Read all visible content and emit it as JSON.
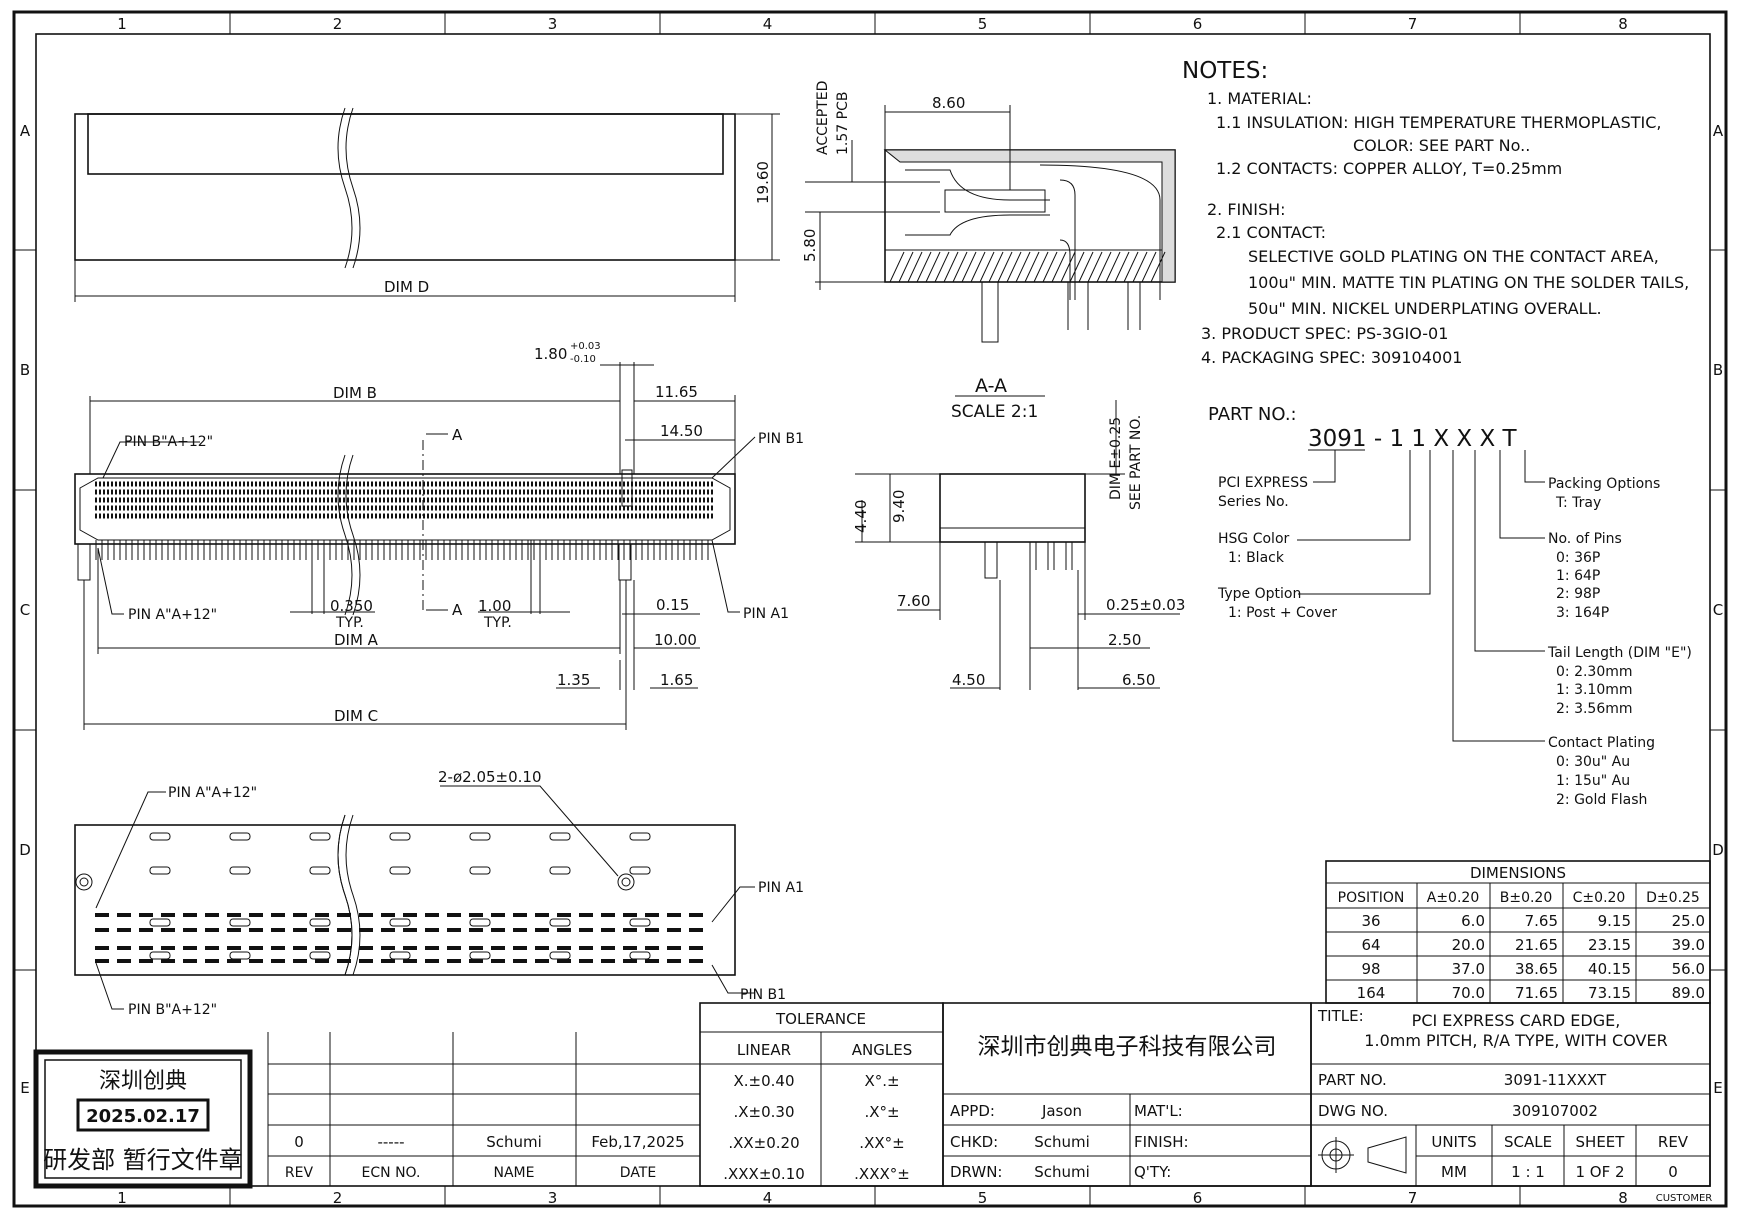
{
  "frame": {
    "cols": [
      "1",
      "2",
      "3",
      "4",
      "5",
      "6",
      "7",
      "8"
    ],
    "rows": [
      "A",
      "B",
      "C",
      "D",
      "E"
    ]
  },
  "notes": {
    "heading": "NOTES:",
    "lines": [
      "1. MATERIAL:",
      "1.1  INSULATION: HIGH TEMPERATURE THERMOPLASTIC,",
      "COLOR: SEE PART No..",
      "1.2  CONTACTS: COPPER ALLOY, T=0.25mm",
      "2. FINISH:",
      "2.1  CONTACT:",
      "SELECTIVE GOLD PLATING ON THE CONTACT AREA,",
      "100u\" MIN. MATTE TIN PLATING ON THE SOLDER TAILS,",
      "50u\" MIN. NICKEL UNDERPLATING OVERALL.",
      "3. PRODUCT SPEC: PS-3GIO-01",
      "4. PACKAGING SPEC: 309104001"
    ]
  },
  "part_no": {
    "label": "PART NO.:",
    "code": "3091 - 1 1 X X X T",
    "series": [
      "PCI EXPRESS",
      "Series No."
    ],
    "hsg": [
      "HSG Color",
      "1: Black"
    ],
    "type": [
      "Type Option",
      "1: Post + Cover"
    ],
    "packing": [
      "Packing Options",
      "T: Tray"
    ],
    "pins": [
      "No. of Pins",
      "0: 36P",
      "1: 64P",
      "2: 98P",
      "3: 164P"
    ],
    "tail": [
      "Tail Length (DIM \"E\")",
      "0: 2.30mm",
      "1: 3.10mm",
      "2: 3.56mm"
    ],
    "plating": [
      "Contact Plating",
      "0: 30u\" Au",
      "1: 15u\" Au",
      "2: Gold Flash"
    ]
  },
  "dimensions_table": {
    "title": "DIMENSIONS",
    "headers": [
      "POSITION",
      "A±0.20",
      "B±0.20",
      "C±0.20",
      "D±0.25"
    ],
    "rows": [
      [
        "36",
        "6.0",
        "7.65",
        "9.15",
        "25.0"
      ],
      [
        "64",
        "20.0",
        "21.65",
        "23.15",
        "39.0"
      ],
      [
        "98",
        "37.0",
        "38.65",
        "40.15",
        "56.0"
      ],
      [
        "164",
        "70.0",
        "71.65",
        "73.15",
        "89.0"
      ]
    ]
  },
  "drawing_labels": {
    "dim_d": "DIM D",
    "h_19_60": "19.60",
    "dim_b": "DIM B",
    "tol_180": "1.80",
    "tol_sup": "+0.03",
    "tol_sub": "-0.10",
    "d_11_65": "11.65",
    "d_14_50": "14.50",
    "pin_b_top": "PIN B\"A+12\"",
    "pin_b1": "PIN B1",
    "sec_a": "A",
    "pin_a_mid": "PIN A\"A+12\"",
    "d_0_350": "0.350",
    "typ": "TYP.",
    "d_1_00": "1.00",
    "d_0_15": "0.15",
    "pin_a1": "PIN A1",
    "dim_a": "DIM A",
    "d_10_00": "10.00",
    "d_1_35": "1.35",
    "d_1_65": "1.65",
    "dim_c": "DIM C",
    "pin_a_bot": "PIN A\"A+12\"",
    "holes": "2-ø2.05±0.10",
    "pin_a1_bot": "PIN A1",
    "pin_b1_bot": "PIN B1",
    "pin_b_bot": "PIN B\"A+12\"",
    "accepted": "ACCEPTED",
    "pcb": "1.57 PCB",
    "d_8_60": "8.60",
    "d_5_80": "5.80",
    "section": "A-A",
    "scale": "SCALE 2:1",
    "dim_e": "DIM E±0.25",
    "see_part": "SEE PART NO.",
    "d_4_40": "4.40",
    "d_9_40": "9.40",
    "d_7_60": "7.60",
    "d_0_25": "0.25±0.03",
    "d_2_50": "2.50",
    "d_4_50": "4.50",
    "d_6_50": "6.50"
  },
  "stamp": {
    "top": "深圳创典",
    "date": "2025.02.17",
    "bottom": "研发部 暂行文件章"
  },
  "revision": {
    "rev": "0",
    "ecn": "-----",
    "name": "Schumi",
    "date": "Feb,17,2025",
    "h_rev": "REV",
    "h_ecn": "ECN NO.",
    "h_name": "NAME",
    "h_date": "DATE"
  },
  "tolerance": {
    "title": "TOLERANCE",
    "linear": "LINEAR",
    "angles": "ANGLES",
    "rows": [
      [
        "X.±0.40",
        "X°.±"
      ],
      [
        ".X±0.30",
        ".X°±"
      ],
      [
        ".XX±0.20",
        ".XX°±"
      ],
      [
        ".XXX±0.10",
        ".XXX°±"
      ]
    ]
  },
  "company": "深圳市创典电子科技有限公司",
  "approvals": {
    "appd_label": "APPD:",
    "appd": "Jason",
    "chkd_label": "CHKD:",
    "chkd": "Schumi",
    "drwn_label": "DRWN:",
    "drwn": "Schumi",
    "matl": "MAT'L:",
    "finish": "FINISH:",
    "qty": "Q'TY:"
  },
  "title_block": {
    "title_label": "TITLE:",
    "title_1": "PCI EXPRESS CARD EDGE,",
    "title_2": "1.0mm PITCH, R/A TYPE, WITH COVER",
    "part_label": "PART NO.",
    "part": "3091-11XXXT",
    "dwg_label": "DWG NO.",
    "dwg": "309107002",
    "units_label": "UNITS",
    "units": "MM",
    "scale_label": "SCALE",
    "scale": "1 : 1",
    "sheet_label": "SHEET",
    "sheet": "1 OF 2",
    "rev_label": "REV",
    "rev": "0",
    "customer": "CUSTOMER"
  }
}
